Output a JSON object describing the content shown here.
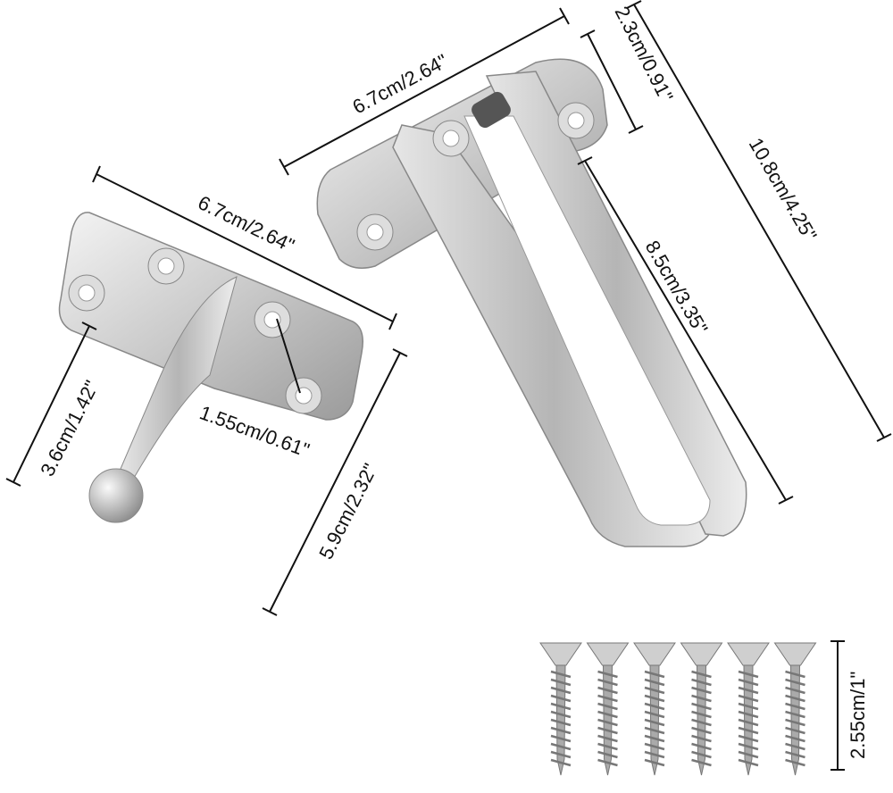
{
  "dimensions": {
    "guard_base_width": "6.7cm/2.64\"",
    "guard_base_height": "2.3cm/0.91\"",
    "guard_total_length": "10.8cm/4.25\"",
    "guard_arm_length": "8.5cm/3.35\"",
    "strike_width": "6.7cm/2.64\"",
    "strike_plate_height": "3.6cm/1.42\"",
    "hole_spacing": "1.55cm/0.61\"",
    "strike_total_height": "5.9cm/2.32\"",
    "screw_length": "2.55cm/1\""
  },
  "screw_count": 6
}
